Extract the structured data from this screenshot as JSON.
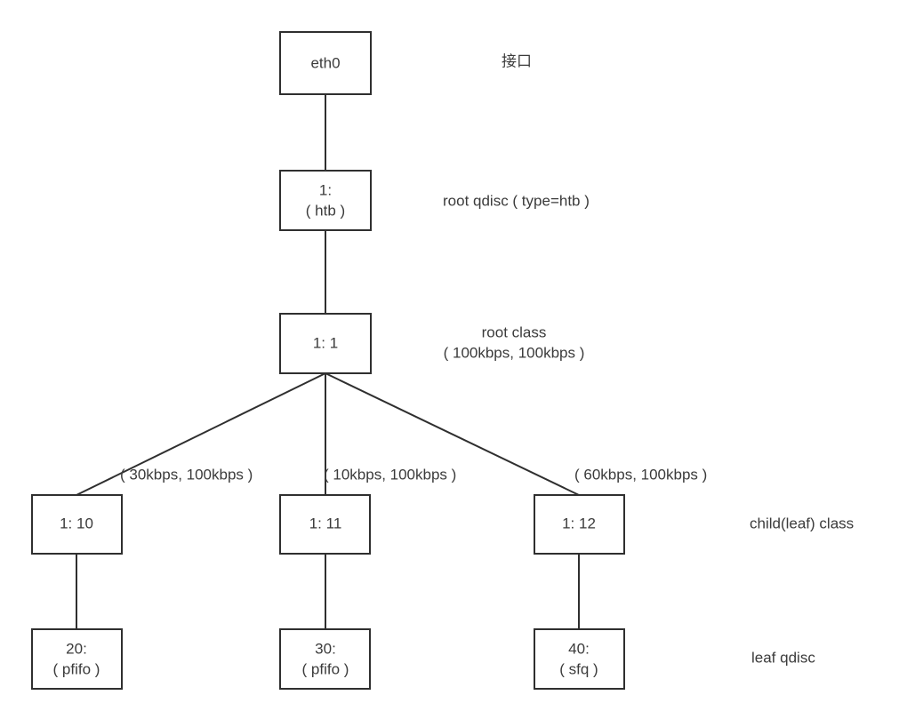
{
  "diagram": {
    "title": "Linux HTB qdisc/class hierarchy for eth0",
    "colors": {
      "background": "#ffffff",
      "box_stroke": "#2f2f2f",
      "box_fill": "#ffffff",
      "text": "#3b3b3b",
      "line": "#2f2f2f"
    },
    "nodes": {
      "interface": {
        "line1": "eth0",
        "line2": ""
      },
      "root_qdisc": {
        "line1": "1:",
        "line2": "( htb )"
      },
      "root_class": {
        "line1": "1: 1",
        "line2": ""
      },
      "leaf_class_left": {
        "line1": "1: 10",
        "line2": ""
      },
      "leaf_class_mid": {
        "line1": "1: 11",
        "line2": ""
      },
      "leaf_class_right": {
        "line1": "1: 12",
        "line2": ""
      },
      "leaf_qdisc_left": {
        "line1": "20:",
        "line2": "( pfifo )"
      },
      "leaf_qdisc_mid": {
        "line1": "30:",
        "line2": "( pfifo )"
      },
      "leaf_qdisc_right": {
        "line1": "40:",
        "line2": "( sfq )"
      }
    },
    "side_labels": {
      "interface": "接口",
      "root_qdisc": "root qdisc ( type=htb )",
      "root_class_line1": "root class",
      "root_class_line2": "( 100kbps, 100kbps )",
      "child_class": "child(leaf) class",
      "leaf_qdisc": "leaf qdisc"
    },
    "edge_labels": {
      "left": "( 30kbps, 100kbps )",
      "middle": "( 10kbps, 100kbps )",
      "right": "( 60kbps, 100kbps )"
    }
  }
}
